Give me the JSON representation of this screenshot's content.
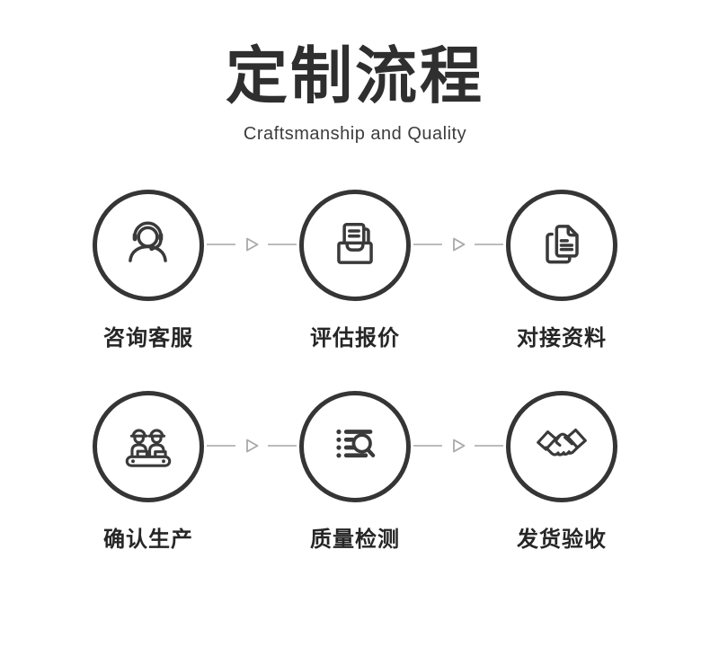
{
  "header": {
    "title": "定制流程",
    "subtitle": "Craftsmanship and Quality"
  },
  "flow": {
    "rows": [
      {
        "steps": [
          {
            "label": "咨询客服",
            "icon": "customer-service-headset-icon"
          },
          {
            "label": "评估报价",
            "icon": "inbox-document-icon"
          },
          {
            "label": "对接资料",
            "icon": "documents-stack-icon"
          }
        ]
      },
      {
        "steps": [
          {
            "label": "确认生产",
            "icon": "workers-conveyor-icon"
          },
          {
            "label": "质量检测",
            "icon": "checklist-magnifier-icon"
          },
          {
            "label": "发货验收",
            "icon": "handshake-icon"
          }
        ]
      }
    ]
  },
  "colors": {
    "background": "#ffffff",
    "title_text": "#2f2f2f",
    "subtitle_text": "#3d3d3d",
    "circle_border": "#353535",
    "icon_stroke": "#3a3a3a",
    "label_text": "#262626",
    "connector_line": "#bcbcbc",
    "connector_arrow": "#a9a9a9"
  }
}
